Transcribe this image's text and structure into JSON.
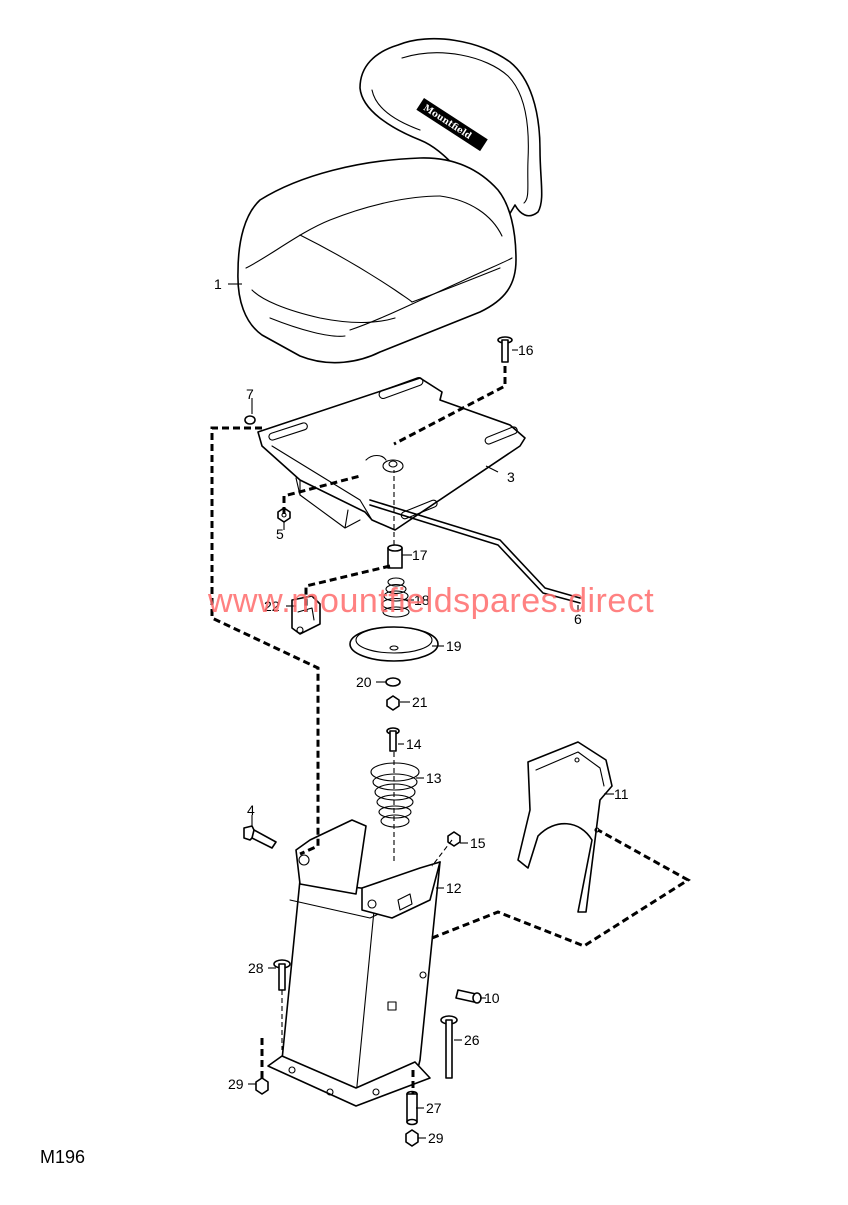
{
  "diagram": {
    "code": "M196",
    "watermark": "www.mountfieldspares.direct",
    "brand": "Mountfield",
    "parts": [
      {
        "id": "p1",
        "label": "1"
      },
      {
        "id": "p3",
        "label": "3"
      },
      {
        "id": "p4",
        "label": "4"
      },
      {
        "id": "p5",
        "label": "5"
      },
      {
        "id": "p6",
        "label": "6"
      },
      {
        "id": "p7",
        "label": "7"
      },
      {
        "id": "p10",
        "label": "10"
      },
      {
        "id": "p11",
        "label": "11"
      },
      {
        "id": "p12",
        "label": "12"
      },
      {
        "id": "p13",
        "label": "13"
      },
      {
        "id": "p14",
        "label": "14"
      },
      {
        "id": "p15",
        "label": "15"
      },
      {
        "id": "p16",
        "label": "16"
      },
      {
        "id": "p17",
        "label": "17"
      },
      {
        "id": "p18",
        "label": "18"
      },
      {
        "id": "p19",
        "label": "19"
      },
      {
        "id": "p20",
        "label": "20"
      },
      {
        "id": "p21",
        "label": "21"
      },
      {
        "id": "p22",
        "label": "22"
      },
      {
        "id": "p26",
        "label": "26"
      },
      {
        "id": "p27",
        "label": "27"
      },
      {
        "id": "p28",
        "label": "28"
      },
      {
        "id": "p29a",
        "label": "29"
      },
      {
        "id": "p29b",
        "label": "29"
      }
    ]
  }
}
